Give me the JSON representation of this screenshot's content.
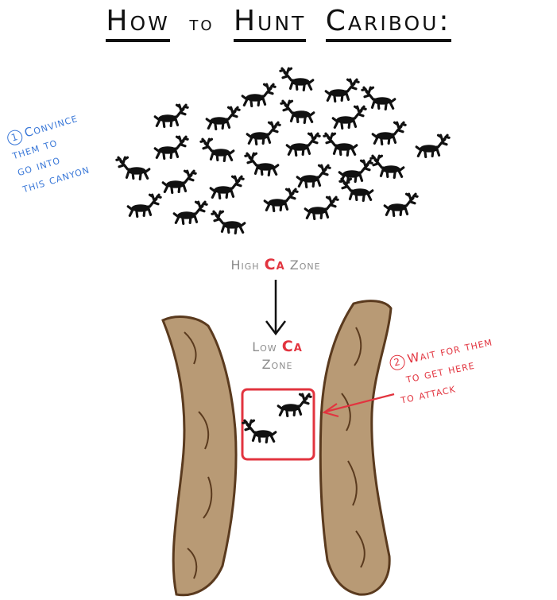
{
  "title": {
    "word1": "How",
    "word2": "to",
    "word3": "Hunt",
    "word4": "Caribou:"
  },
  "step1": {
    "number": "1",
    "lines": [
      "Convince",
      "them to",
      "go into",
      "this canyon"
    ]
  },
  "high_zone": {
    "prefix": "High",
    "ca": "Ca",
    "suffix": "Zone"
  },
  "low_zone": {
    "prefix": "Low",
    "ca": "Ca",
    "suffix": "Zone"
  },
  "step2": {
    "number": "2",
    "lines": [
      "Wait for them",
      "to get here",
      "to attack"
    ]
  },
  "colors": {
    "blue_note": "#3a78d8",
    "red_accent": "#e2343f",
    "canyon_wall": "#b89a75",
    "canyon_edge": "#5a3a1e",
    "caribou": "#111111",
    "gray_label": "#8d8d8d"
  }
}
